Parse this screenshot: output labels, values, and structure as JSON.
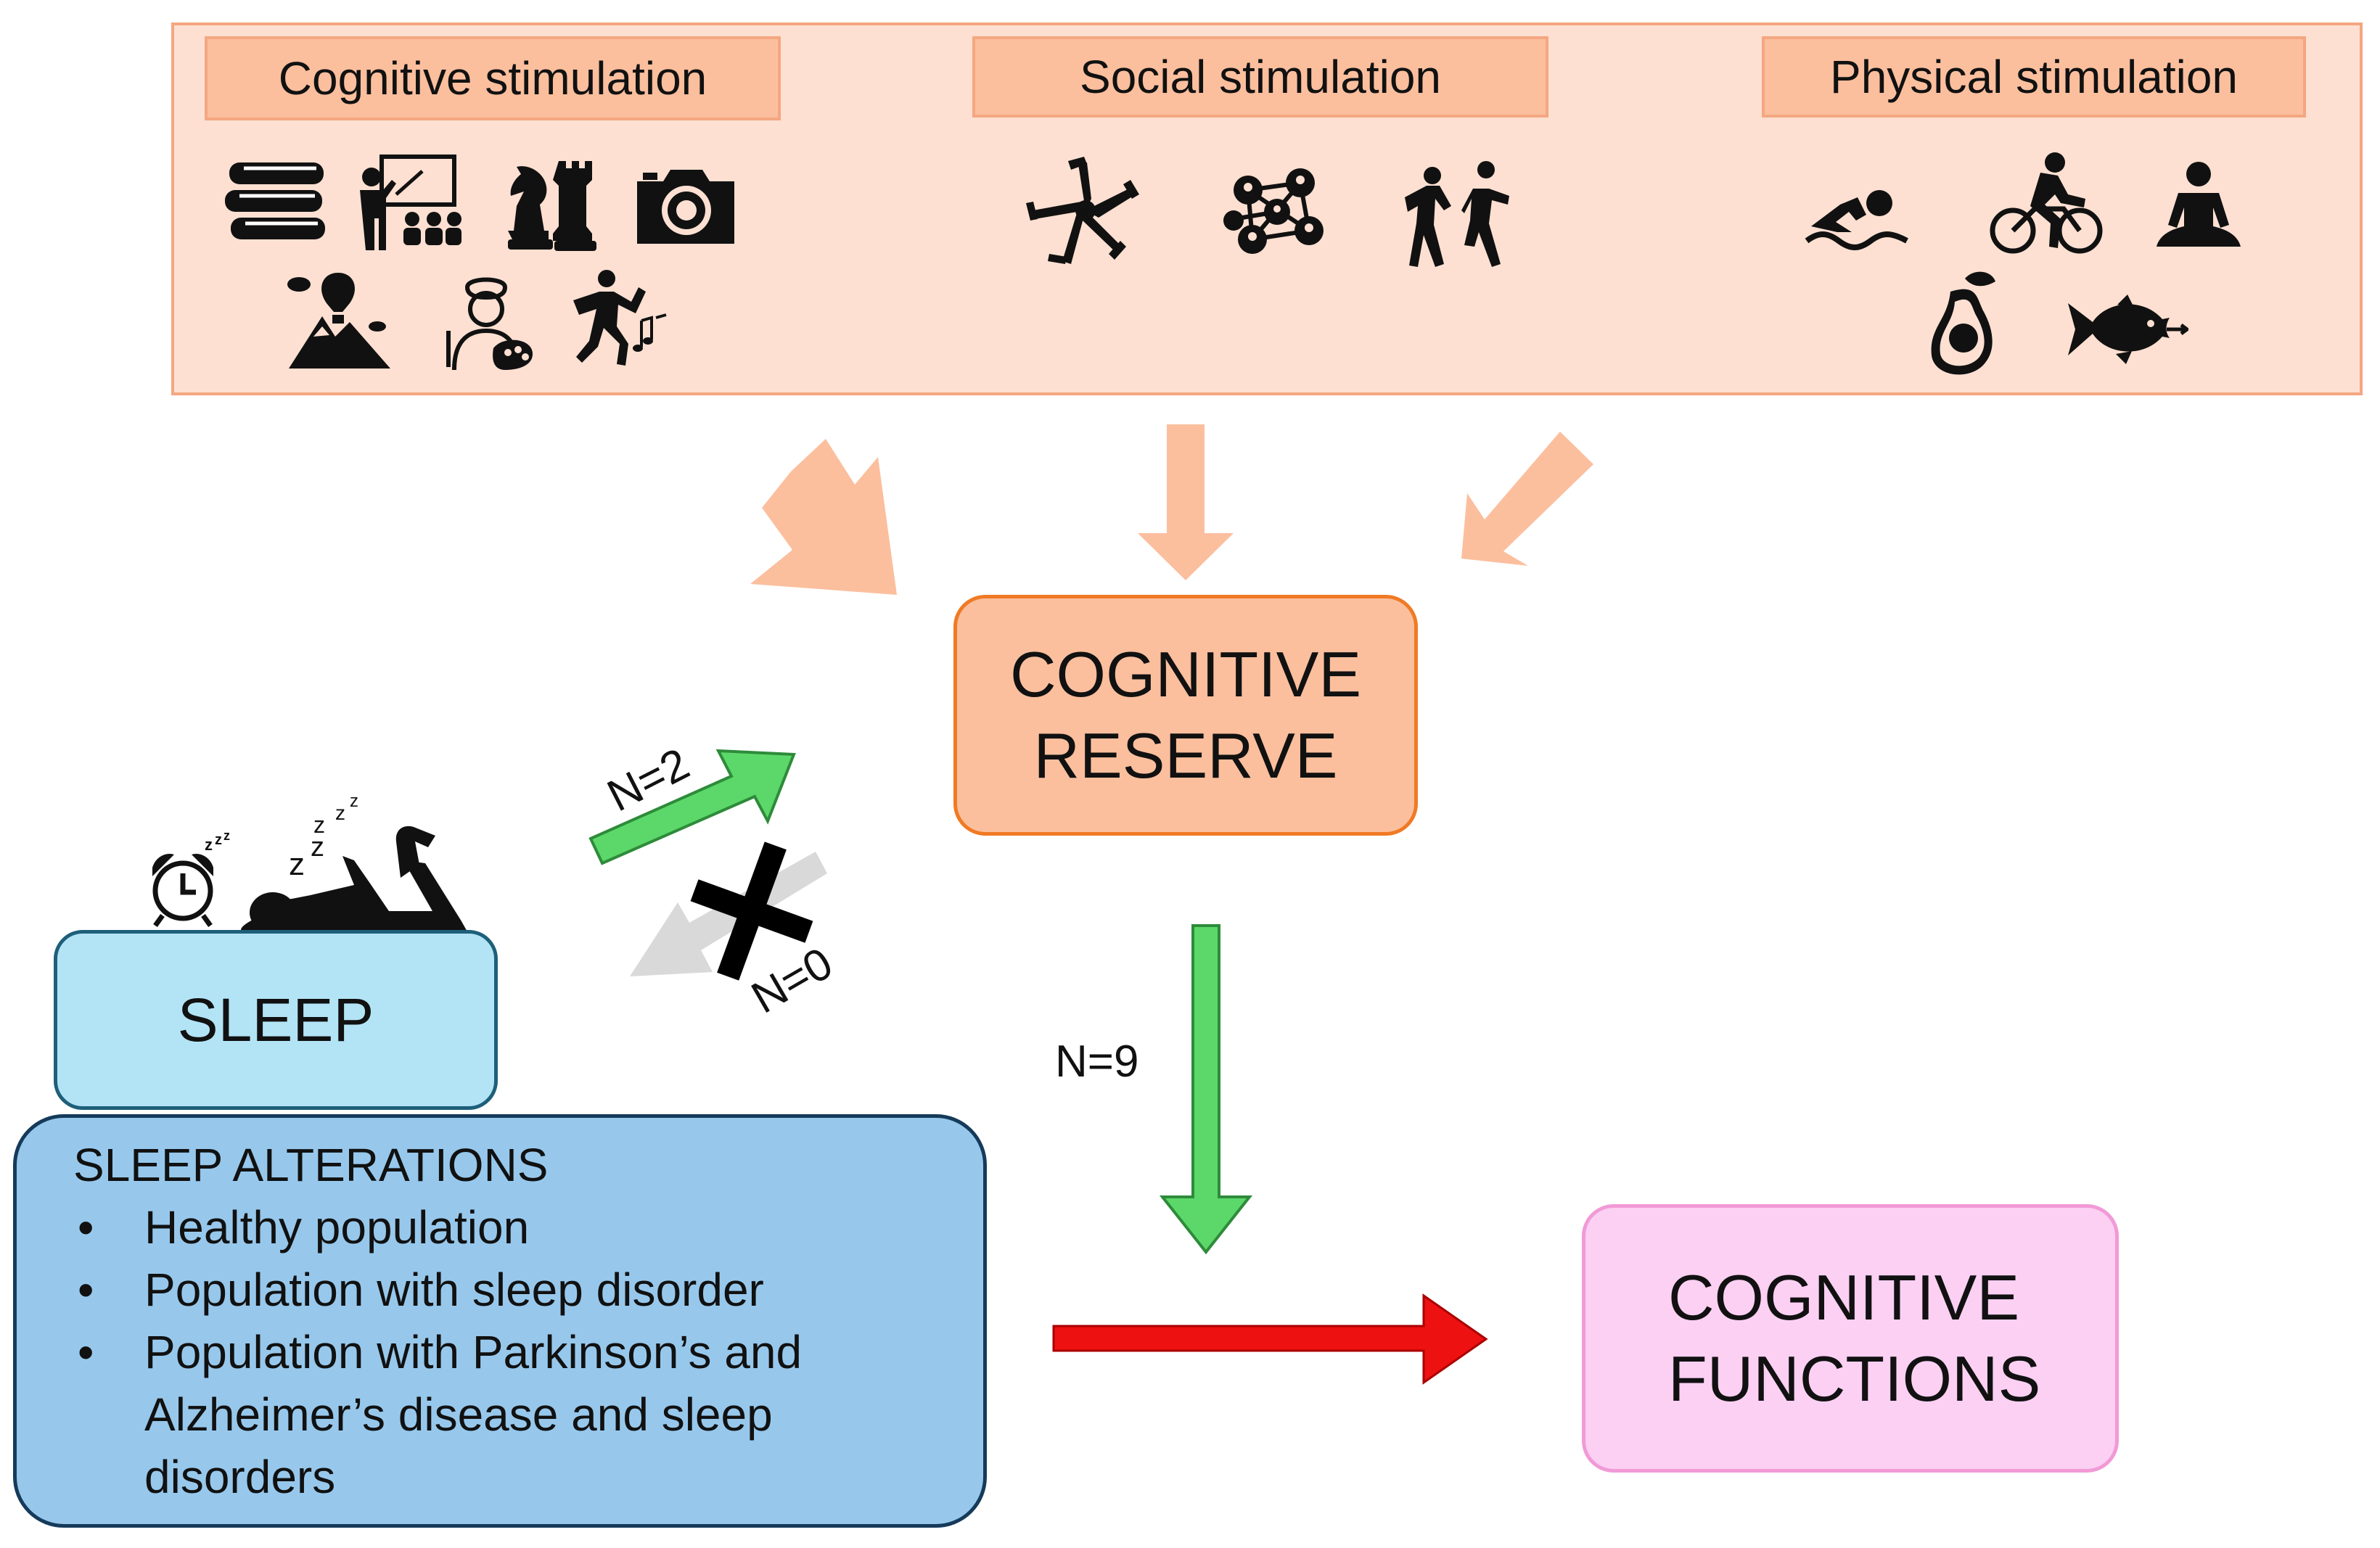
{
  "stimulation": {
    "cognitive": {
      "label": "Cognitive stimulation",
      "icons": [
        "books-icon",
        "teacher-classroom-icon",
        "chess-pieces-icon",
        "camera-icon",
        "mountain-balloon-icon",
        "painter-icon",
        "dancer-music-icon"
      ]
    },
    "social": {
      "label": "Social stimulation",
      "icons": [
        "joined-hands-icon",
        "social-network-icon",
        "people-dancing-icon"
      ]
    },
    "physical": {
      "label": "Physical stimulation",
      "icons": [
        "swimmer-icon",
        "cyclist-icon",
        "meditation-icon",
        "avocado-icon",
        "fish-icon"
      ]
    }
  },
  "cognitive_reserve": {
    "line1": "COGNITIVE",
    "line2": "RESERVE"
  },
  "cognitive_functions": {
    "line1": "COGNITIVE",
    "line2": "FUNCTIONS"
  },
  "sleep": {
    "label": "SLEEP",
    "icons": [
      "alarm-clock-icon",
      "sleeping-person-icon"
    ]
  },
  "sleep_alterations": {
    "title": "SLEEP ALTERATIONS",
    "items": [
      "Healthy population",
      "Population with sleep disorder",
      "Population with Parkinson’s and Alzheimer’s disease and sleep disorders"
    ]
  },
  "links": {
    "sleep_to_reserve": "N=2",
    "reserve_to_sleep": "N=0",
    "reserve_to_functions": "N=9"
  },
  "colors": {
    "panel_fill": "#fde0d2",
    "panel_border": "#f4a781",
    "salmon_arrow": "#fbbf9e",
    "cognitive_reserve_fill": "#fbbf9e",
    "cognitive_functions_fill": "#fbd0f3",
    "sleep_fill": "#b3e4f6",
    "sleep_alterations_fill": "#97c8ec",
    "positive_link": "#5cd86a",
    "null_link": "#d9d9d9",
    "direct_link": "#ee1111"
  }
}
